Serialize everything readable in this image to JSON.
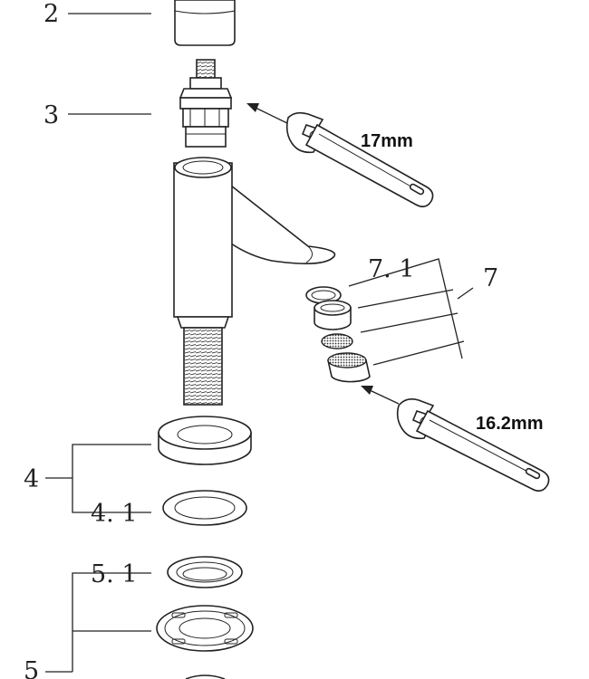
{
  "callouts": {
    "p2": "2",
    "p3": "3",
    "p4": "4",
    "p4_1": "4. 1",
    "p5": "5",
    "p5_1": "5. 1",
    "p7": "7",
    "p7_1": "7. 1"
  },
  "dimensions": {
    "wrench_top": "17mm",
    "wrench_bottom": "16.2mm"
  }
}
